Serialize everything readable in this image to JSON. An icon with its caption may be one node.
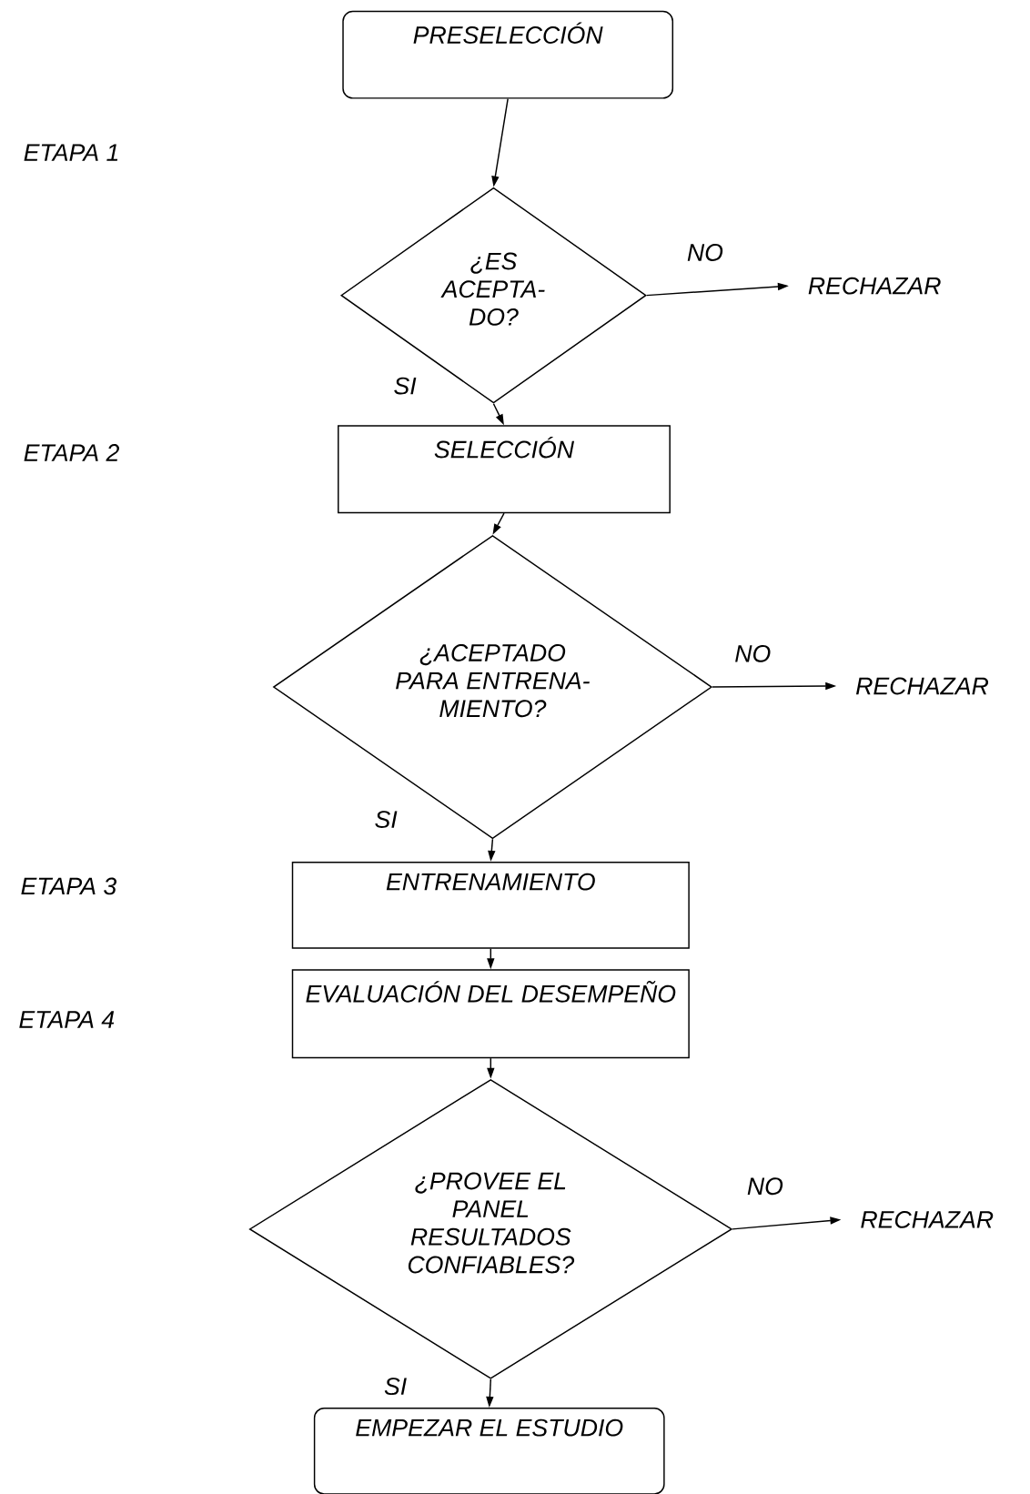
{
  "diagram": {
    "nodes": [
      {
        "text": [
          "PRESELECCIÓN"
        ]
      },
      {
        "text": [
          "¿ES ACEPTA- DO?"
        ]
      },
      {
        "text": [
          "RECHAZAR"
        ]
      },
      {
        "text": [
          "SELECCIÓN"
        ]
      },
      {
        "text": [
          "¿ACEPTADO PARA ENTRENA- MIENTO?"
        ]
      },
      {
        "text": [
          "RECHAZAR"
        ]
      },
      {
        "text": [
          "ENTRENAMIENTO"
        ]
      },
      {
        "text": [
          "EVALUACIÓN DEL DESEMPEÑO"
        ]
      },
      {
        "text": [
          "¿PROVEE EL PANEL RESULTADOS CONFIABLES?"
        ]
      },
      {
        "text": [
          "RECHAZAR"
        ]
      },
      {
        "text": [
          "EMPEZAR EL ESTUDIO"
        ]
      }
    ],
    "edges": [
      {
        "from": 0,
        "to": 1,
        "arrow": "to"
      },
      {
        "from": 1,
        "to": 2,
        "arrow": "to",
        "label": "NO"
      },
      {
        "from": 1,
        "to": 3,
        "arrow": "to",
        "label": "SI"
      },
      {
        "from": 3,
        "to": 4,
        "arrow": "to"
      },
      {
        "from": 4,
        "to": 5,
        "arrow": "to",
        "label": "NO"
      },
      {
        "from": 4,
        "to": 6,
        "arrow": "to",
        "label": "SI"
      },
      {
        "from": 6,
        "to": 7,
        "arrow": "to"
      },
      {
        "from": 7,
        "to": 8,
        "arrow": "to"
      },
      {
        "from": 8,
        "to": 9,
        "arrow": "to",
        "label": "NO"
      },
      {
        "from": 8,
        "to": 10,
        "arrow": "to",
        "label": "SI"
      }
    ],
    "labels": [
      "ETAPA 1",
      "ETAPA 2",
      "ETAPA 3",
      "ETAPA 4"
    ]
  }
}
